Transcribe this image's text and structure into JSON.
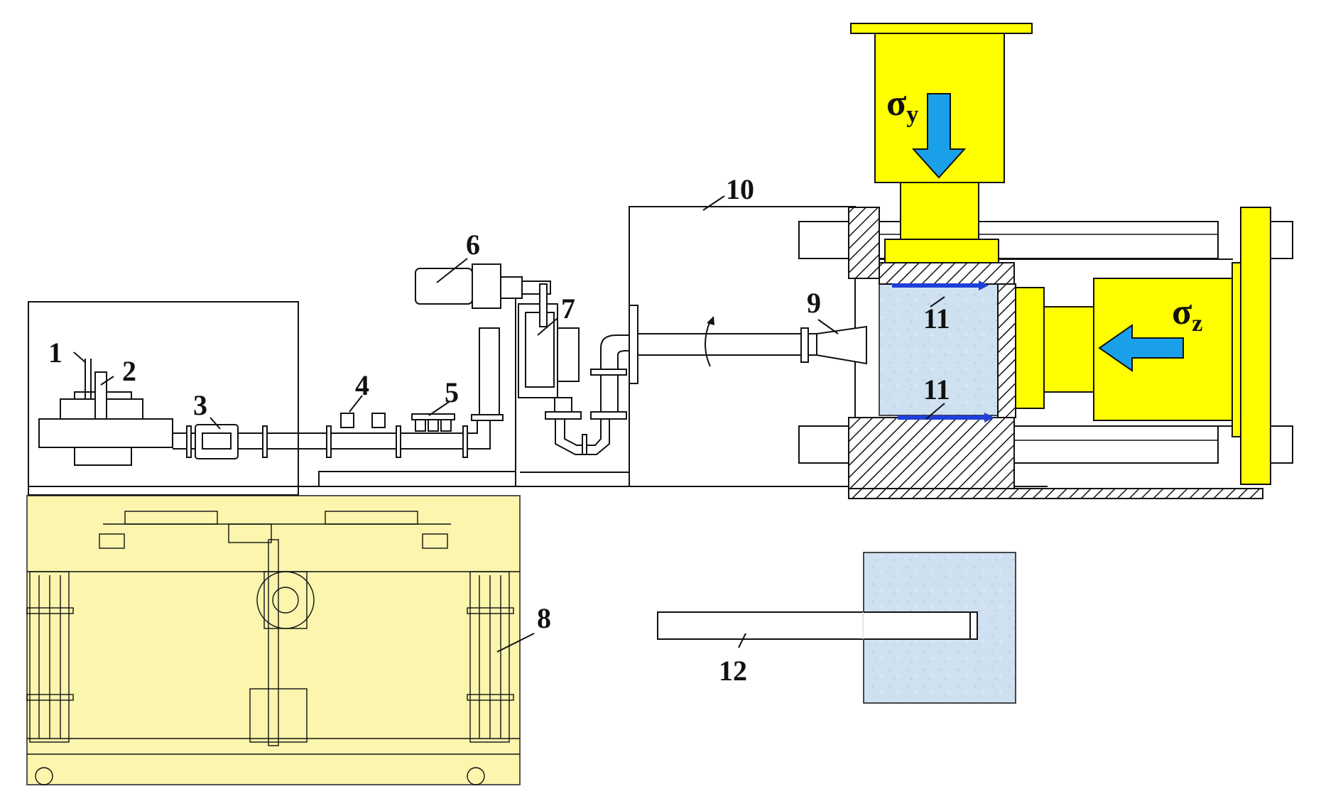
{
  "figure": {
    "colors": {
      "frame_yellow": "#fbf5ad",
      "press_yellow": "#ffff00",
      "ice_blue": "#cfe1f1",
      "stress_arrow": "#1aa0e8",
      "sensor_blue": "#1f3fd8",
      "hatch": "#111111"
    },
    "labels": {
      "l1": "1",
      "l2": "2",
      "l3": "3",
      "l4": "4",
      "l5": "5",
      "l6": "6",
      "l7": "7",
      "l8": "8",
      "l9": "9",
      "l10": "10",
      "l11a": "11",
      "l11b": "11",
      "l12": "12"
    },
    "stress": {
      "y_symbol": "σ",
      "y_sub": "y",
      "z_symbol": "σ",
      "z_sub": "z"
    },
    "icons": {
      "rotation": "rotation-arrow-icon",
      "stress_y": "down-arrow-icon",
      "stress_z": "left-arrow-icon"
    }
  }
}
